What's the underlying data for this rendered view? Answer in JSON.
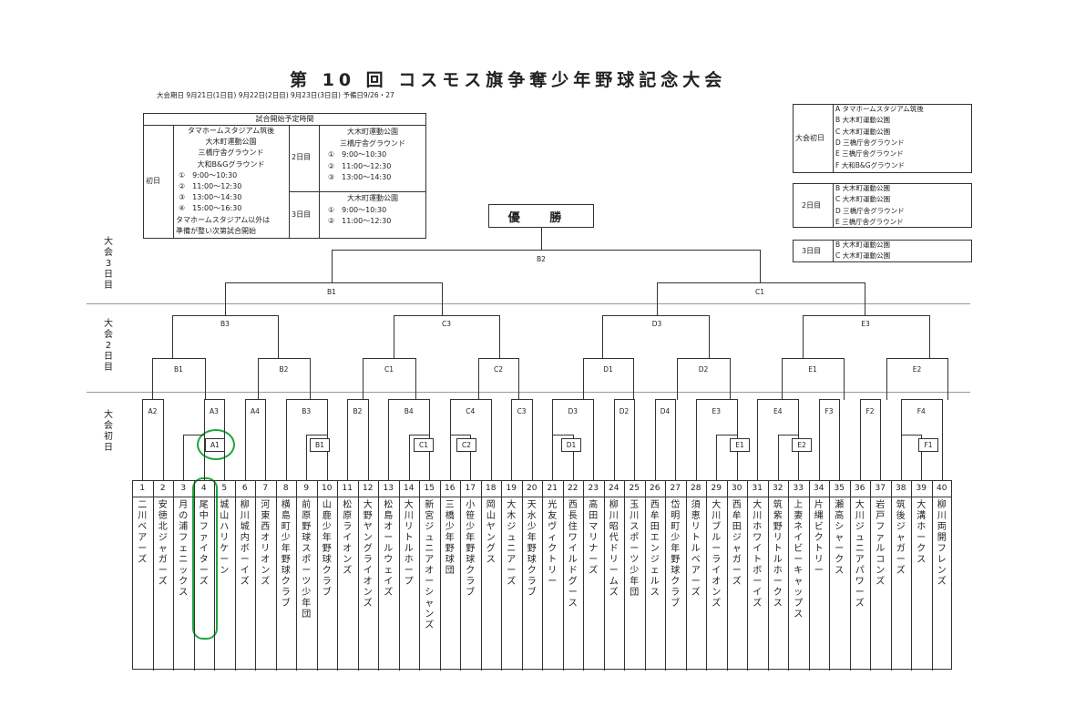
{
  "header": {
    "title": "第 10 回 コスモス旗争奪少年野球記念大会",
    "dates": "大会期日 9月21日(1日目) 9月22日(2日目) 9月23日(3日目) 予備日9/26・27"
  },
  "schedule": {
    "heading": "試合開始予定時間",
    "day1": {
      "label": "初日",
      "lines": [
        "タマホームスタジアム筑後",
        "大木町運動公園",
        "三橋庁舎グラウンド",
        "大和B&Gグラウンド",
        "①　9:00〜10:30",
        "②　11:00〜12:30",
        "③　13:00〜14:30",
        "④　15:00〜16:30",
        "タマホームスタジアム以外は",
        "準備が整い次第試合開始"
      ]
    },
    "day2": {
      "label": "2日目",
      "lines": [
        "大木町運動公園",
        "三橋庁舎グラウンド",
        "①　9:00〜10:30",
        "②　11:00〜12:30",
        "③　13:00〜14:30"
      ]
    },
    "day3": {
      "label": "3日目",
      "lines": [
        "大木町運動公園",
        "①　9:00〜10:30",
        "②　11:00〜12:30"
      ]
    }
  },
  "venues": {
    "day1": {
      "label": "大会初日",
      "items": [
        "A タマホームスタジアム筑後",
        "B 大木町運動公園",
        "C 大木町運動公園",
        "D 三橋庁舎グラウンド",
        "E 三橋庁舎グラウンド",
        "F 大和B&Gグラウンド"
      ]
    },
    "day2": {
      "label": "2日目",
      "items": [
        "B 大木町運動公園",
        "C 大木町運動公園",
        "D 三橋庁舎グラウンド",
        "E 三橋庁舎グラウンド"
      ]
    },
    "day3": {
      "label": "3日目",
      "items": [
        "B 大木町運動公園",
        "C 大木町運動公園"
      ]
    }
  },
  "sections": {
    "day3": "大会3日目",
    "day2": "大会2日目",
    "day1": "大会初日"
  },
  "bracket": {
    "champion": "優 勝",
    "final": "B2",
    "semis": [
      "B1",
      "C1"
    ],
    "quarters": [
      "B3",
      "C3",
      "D3",
      "E3"
    ],
    "round2": [
      "B1",
      "B2",
      "C1",
      "C2",
      "D1",
      "D2",
      "E1",
      "E2"
    ],
    "round1_top": [
      "A2",
      "A3",
      "A4",
      "B3",
      "B2",
      "B4",
      "C4",
      "C3",
      "D3",
      "D2",
      "D4",
      "E3",
      "E4",
      "F3",
      "F2",
      "F4"
    ],
    "round1_sub": [
      "A1",
      "B1",
      "C1",
      "C2",
      "D1",
      "E1",
      "E2",
      "F1"
    ]
  },
  "teams": [
    {
      "no": "1",
      "name": "二川ベアーズ"
    },
    {
      "no": "2",
      "name": "安徳北ジャガーズ"
    },
    {
      "no": "3",
      "name": "月の浦フェニックス"
    },
    {
      "no": "4",
      "name": "尾中ファイターズ"
    },
    {
      "no": "5",
      "name": "城山ハリケーン"
    },
    {
      "no": "6",
      "name": "柳川城内ボーイズ"
    },
    {
      "no": "7",
      "name": "河東西オリオンズ"
    },
    {
      "no": "8",
      "name": "横島町少年野球クラブ"
    },
    {
      "no": "9",
      "name": "前原野球スポーツ少年団"
    },
    {
      "no": "10",
      "name": "山鹿少年野球クラブ"
    },
    {
      "no": "11",
      "name": "松原ライオンズ"
    },
    {
      "no": "12",
      "name": "大野ヤングライオンズ"
    },
    {
      "no": "13",
      "name": "松島オールウェイズ"
    },
    {
      "no": "14",
      "name": "大川リトルホープ"
    },
    {
      "no": "15",
      "name": "新宮ジュニアオーシャンズ"
    },
    {
      "no": "16",
      "name": "三橋少年野球団"
    },
    {
      "no": "17",
      "name": "小笹少年野球クラブ"
    },
    {
      "no": "18",
      "name": "岡山ヤングス"
    },
    {
      "no": "19",
      "name": "大木ジュニアーズ"
    },
    {
      "no": "20",
      "name": "天水少年野球クラブ"
    },
    {
      "no": "21",
      "name": "光友ヴィクトリー"
    },
    {
      "no": "22",
      "name": "西長住ワイルドグース"
    },
    {
      "no": "23",
      "name": "高田マリナーズ"
    },
    {
      "no": "24",
      "name": "柳川昭代ドリームズ"
    },
    {
      "no": "25",
      "name": "玉川スポーツ少年団"
    },
    {
      "no": "26",
      "name": "西牟田エンジェルス"
    },
    {
      "no": "27",
      "name": "岱明町少年野球クラブ"
    },
    {
      "no": "28",
      "name": "須恵リトルベアーズ"
    },
    {
      "no": "29",
      "name": "大川ブルーライオンズ"
    },
    {
      "no": "30",
      "name": "西牟田ジャガーズ"
    },
    {
      "no": "31",
      "name": "大川ホワイトボーイズ"
    },
    {
      "no": "32",
      "name": "筑紫野リトルホークス"
    },
    {
      "no": "33",
      "name": "上妻ネイビーキャップス"
    },
    {
      "no": "34",
      "name": "片縄ビクトリー"
    },
    {
      "no": "35",
      "name": "瀬高シャークス"
    },
    {
      "no": "36",
      "name": "大川ジュニアパワーズ"
    },
    {
      "no": "37",
      "name": "岩戸ファルコンズ"
    },
    {
      "no": "38",
      "name": "筑後ジャガーズ"
    },
    {
      "no": "39",
      "name": "大溝ホークス"
    },
    {
      "no": "40",
      "name": "柳川両開フレンズ"
    }
  ],
  "colors": {
    "ink": "#222222",
    "line": "#333333",
    "highlight": "#1fa53a"
  }
}
